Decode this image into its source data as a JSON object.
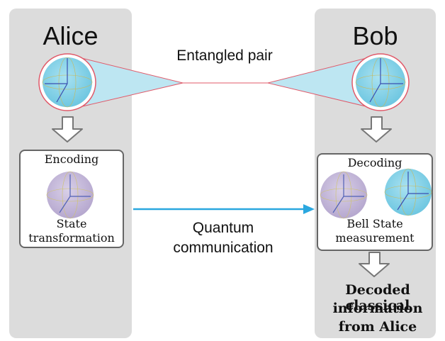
{
  "alice": {
    "name": "Alice",
    "step_title": "Encoding",
    "step_caption_1": "State",
    "step_caption_2": "transformation"
  },
  "bob": {
    "name": "Bob",
    "step_title": "Decoding",
    "step_caption_1": "Bell State",
    "step_caption_2": "measurement",
    "output_1": "Decoded classical",
    "output_2": "information",
    "output_3": "from Alice"
  },
  "entangled_label": "Entangled pair",
  "channel_label_1": "Quantum",
  "channel_label_2": "communication",
  "colors": {
    "panel": "#dcdcdc",
    "sphere_cyan": "#8ed6ea",
    "sphere_purple": "#c9bedc",
    "beam": "#bde6f2",
    "beam_edge": "#e05a6a",
    "arrow": "#2aa7df"
  }
}
